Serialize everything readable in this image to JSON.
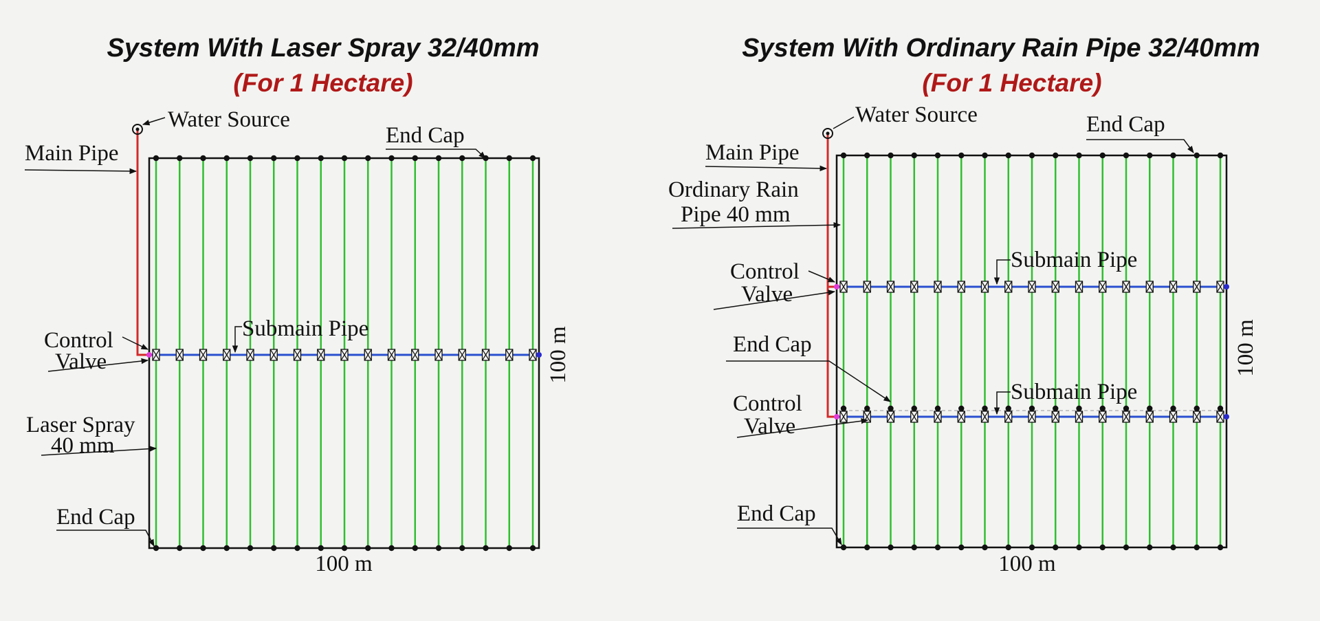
{
  "colors": {
    "background": "#f3f4f1",
    "main_pipe": "#d42a2a",
    "submain_pipe": "#2a4fd0",
    "lateral_pipe": "#2fbf2f",
    "subtitle": "#b01818",
    "control_valve_dot": "#e23ad8",
    "end_dot": "#2a2ad0"
  },
  "left": {
    "title": "System With Laser Spray 32/40mm",
    "subtitle": "(For 1 Hectare)",
    "labels": {
      "water_source": "Water Source",
      "main_pipe": "Main Pipe",
      "end_cap_top": "End Cap",
      "control_valve_1": "Control",
      "control_valve_2": "Valve",
      "submain_pipe": "Submain Pipe",
      "lateral_1": "Laser Spray",
      "lateral_2": "40 mm",
      "end_cap_bottom": "End Cap"
    },
    "width_label": "100 m",
    "height_label": "100 m"
  },
  "right": {
    "title": "System With Ordinary Rain Pipe 32/40mm",
    "subtitle": "(For 1 Hectare)",
    "labels": {
      "water_source": "Water Source",
      "main_pipe": "Main Pipe",
      "lateral_1": "Ordinary Rain",
      "lateral_2": "Pipe 40 mm",
      "end_cap_top": "End Cap",
      "control_valve_a_1": "Control",
      "control_valve_a_2": "Valve",
      "submain_pipe_a": "Submain Pipe",
      "end_cap_middle": "End Cap",
      "control_valve_b_1": "Control",
      "control_valve_b_2": "Valve",
      "submain_pipe_b": "Submain Pipe",
      "end_cap_bottom": "End Cap"
    },
    "width_label": "100 m",
    "height_label": "100 m"
  }
}
